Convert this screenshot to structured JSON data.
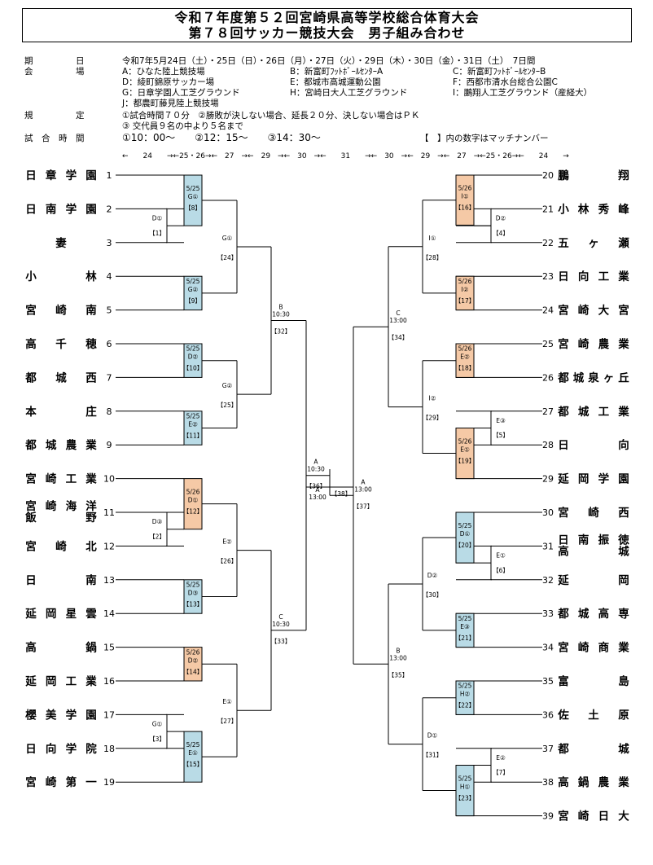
{
  "title": {
    "line1": "令和７年度第５２回宮崎県高等学校総合体育大会",
    "line2": "第７８回サッカー競技大会　男子組み合わせ"
  },
  "info": {
    "date_label": "期　　　　　日",
    "date_value": "令和7年5月24日（土）・25日（日）・26日（月）・27日（火）・29日（木）・30日（金）・31日（土）　7日間",
    "venue_label": "会　　　　　場",
    "venues": [
      "A：ひなた陸上競技場",
      "B：新富町ﾌｯﾄﾎﾞｰﾙｾﾝﾀｰA",
      "C：新富町ﾌｯﾄﾎﾞｰﾙｾﾝﾀｰB",
      "D：綾町錦原サッカー場",
      "E：都城市高城運動公園",
      "F：西都市清水台総合公園C",
      "G：日章学園人工芝グラウンド",
      "H：宮崎日大人工芝グラウンド",
      "I：鵬翔人工芝グラウンド（産経大）",
      "J：都農町藤見陸上競技場"
    ],
    "rule_label": "規　　　　　定",
    "rules_1": "①試合時間７０分　②勝敗が決しない場合、延長２０分、決しない場合はＰＫ",
    "rules_2": "③ 交代員９名の中より５名まで",
    "time_label": "試　合　時　間",
    "times": "①10：00〜　　②12：15〜　　③14：30〜",
    "note": "【　】内の数字はマッチナンバー",
    "arrows": "←　　24　　→←25・26→←　27　→←　29　→←　30　→←　　31　　→←　30　→←　29　→←　27　→←25・26→←　　24　　→"
  },
  "left_teams": [
    {
      "name": "日章学園",
      "num": "1"
    },
    {
      "name": "日南学園",
      "num": "2"
    },
    {
      "name": "妻",
      "num": "3"
    },
    {
      "name": "小林",
      "num": "4"
    },
    {
      "name": "宮崎南",
      "num": "5"
    },
    {
      "name": "高千穂",
      "num": "6"
    },
    {
      "name": "都城西",
      "num": "7"
    },
    {
      "name": "本庄",
      "num": "8"
    },
    {
      "name": "都城農業",
      "num": "9"
    },
    {
      "name": "宮崎工業",
      "num": "10"
    },
    {
      "name": "宮崎海洋",
      "name2": "飯野",
      "num": "11"
    },
    {
      "name": "宮崎北",
      "num": "12"
    },
    {
      "name": "日南",
      "num": "13"
    },
    {
      "name": "延岡星雲",
      "num": "14"
    },
    {
      "name": "高鍋",
      "num": "15"
    },
    {
      "name": "延岡工業",
      "num": "16"
    },
    {
      "name": "櫻美学園",
      "num": "17"
    },
    {
      "name": "日向学院",
      "num": "18"
    },
    {
      "name": "宮崎第一",
      "num": "19"
    }
  ],
  "right_teams": [
    {
      "name": "鵬翔",
      "num": "20"
    },
    {
      "name": "小林秀峰",
      "num": "21"
    },
    {
      "name": "五ヶ瀬",
      "num": "22"
    },
    {
      "name": "日向工業",
      "num": "23"
    },
    {
      "name": "宮崎大宮",
      "num": "24"
    },
    {
      "name": "宮崎農業",
      "num": "25"
    },
    {
      "name": "都城泉ヶ丘",
      "num": "26"
    },
    {
      "name": "都城工業",
      "num": "27"
    },
    {
      "name": "日向",
      "num": "28"
    },
    {
      "name": "延岡学園",
      "num": "29"
    },
    {
      "name": "宮崎西",
      "num": "30"
    },
    {
      "name": "日南振徳",
      "name2": "高城",
      "num": "31"
    },
    {
      "name": "延岡",
      "num": "32"
    },
    {
      "name": "都城高専",
      "num": "33"
    },
    {
      "name": "宮崎商業",
      "num": "34"
    },
    {
      "name": "富島",
      "num": "35"
    },
    {
      "name": "佐土原",
      "num": "36"
    },
    {
      "name": "都城",
      "num": "37"
    },
    {
      "name": "高鍋農業",
      "num": "38"
    },
    {
      "name": "宮崎日大",
      "num": "39"
    }
  ],
  "match_boxes": [
    {
      "date": "5/25",
      "venue": "G①",
      "match": "【8】",
      "color": "#b9dbe6"
    },
    {
      "date": "5/25",
      "venue": "G②",
      "match": "【9】",
      "color": "#b9dbe6"
    },
    {
      "date": "5/25",
      "venue": "D②",
      "match": "【10】",
      "color": "#b9dbe6"
    },
    {
      "date": "5/25",
      "venue": "E②",
      "match": "【11】",
      "color": "#b9dbe6"
    },
    {
      "date": "5/26",
      "venue": "D①",
      "match": "【12】",
      "color": "#f5c9a6"
    },
    {
      "date": "5/25",
      "venue": "D③",
      "match": "【13】",
      "color": "#b9dbe6"
    },
    {
      "date": "5/26",
      "venue": "D②",
      "match": "【14】",
      "color": "#f5c9a6"
    },
    {
      "date": "5/25",
      "venue": "E①",
      "match": "【15】",
      "color": "#b9dbe6"
    },
    {
      "date": "5/26",
      "venue": "I①",
      "match": "【16】",
      "color": "#f5c9a6"
    },
    {
      "date": "5/26",
      "venue": "I②",
      "match": "【17】",
      "color": "#f5c9a6"
    },
    {
      "date": "5/26",
      "venue": "E②",
      "match": "【18】",
      "color": "#f5c9a6"
    },
    {
      "date": "5/26",
      "venue": "E①",
      "match": "【19】",
      "color": "#f5c9a6"
    },
    {
      "date": "5/25",
      "venue": "D①",
      "match": "【20】",
      "color": "#b9dbe6"
    },
    {
      "date": "5/25",
      "venue": "E③",
      "match": "【21】",
      "color": "#b9dbe6"
    },
    {
      "date": "5/25",
      "venue": "H②",
      "match": "【22】",
      "color": "#b9dbe6"
    },
    {
      "date": "5/25",
      "venue": "H①",
      "match": "【23】",
      "color": "#b9dbe6"
    }
  ],
  "match_labels": [
    {
      "venue": "D①",
      "match": "【1】"
    },
    {
      "venue": "D③",
      "match": "【2】"
    },
    {
      "venue": "G①",
      "match": "【3】"
    },
    {
      "venue": "D②",
      "match": "【4】"
    },
    {
      "venue": "E③",
      "match": "【5】"
    },
    {
      "venue": "E①",
      "match": "【6】"
    },
    {
      "venue": "E②",
      "match": "【7】"
    },
    {
      "venue": "G①",
      "match": "【24】"
    },
    {
      "venue": "G②",
      "match": "【25】"
    },
    {
      "venue": "E②",
      "match": "【26】"
    },
    {
      "venue": "E①",
      "match": "【27】"
    },
    {
      "venue": "I①",
      "match": "【28】"
    },
    {
      "venue": "I②",
      "match": "【29】"
    },
    {
      "venue": "D②",
      "match": "【30】"
    },
    {
      "venue": "D①",
      "match": "【31】"
    },
    {
      "venue": "B",
      "time": "10:30",
      "match": "【32】"
    },
    {
      "venue": "C",
      "time": "10:30",
      "match": "【33】"
    },
    {
      "venue": "C",
      "time": "13:00",
      "match": "【34】"
    },
    {
      "venue": "B",
      "time": "13:00",
      "match": "【35】"
    },
    {
      "venue": "A",
      "time": "10:30",
      "match": "【36】"
    },
    {
      "venue": "A",
      "time": "13:00",
      "match": "【37】"
    },
    {
      "venue": "A",
      "time": "13:00",
      "match": "【38】"
    }
  ]
}
